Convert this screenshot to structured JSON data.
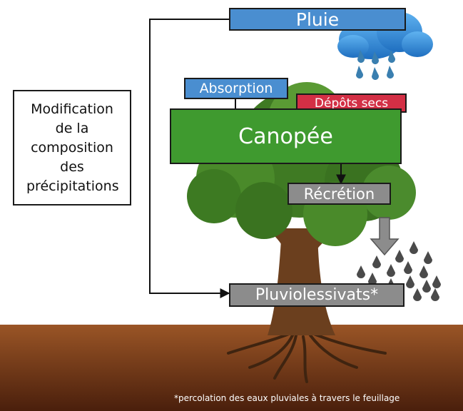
{
  "labels": {
    "pluie": "Pluie",
    "absorption": "Absorption",
    "depots_secs": "Dépôts secs",
    "canopee": "Canopée",
    "recretion": "Récrétion",
    "pluviolessivats": "Pluviolessivats*",
    "modification": "Modification de la composition des précipitations"
  },
  "footnote": "*percolation des eaux pluviales à travers le feuillage",
  "colors": {
    "pluie": "#4a8ed0",
    "absorption": "#4a8ed0",
    "depots_secs": "#d32f45",
    "canopee": "#3f9a2f",
    "recretion": "#8c8c8c",
    "pluviolessivats": "#8c8c8c",
    "soil": "#8a4a22"
  }
}
